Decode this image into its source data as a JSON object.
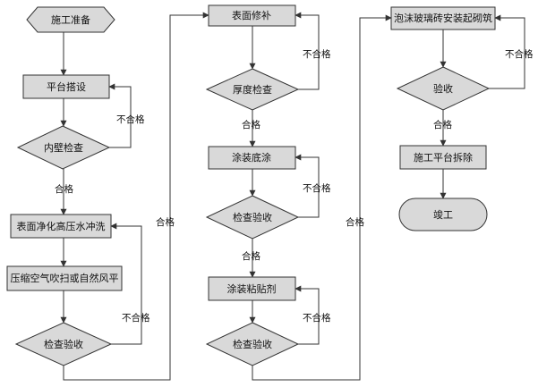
{
  "colors": {
    "node_fill": "#d9d9d9",
    "line": "#333333",
    "page": "#ffffff"
  },
  "nodes": {
    "prep": "施工准备",
    "platform": "平台搭设",
    "wall_check": "内壁检查",
    "surface_clean": "表面净化高压水冲洗",
    "air_blow": "压缩空气吹扫或自然风平",
    "inspect1": "检查验收",
    "surface_repair": "表面修补",
    "thickness": "厚度检查",
    "primer": "涂装底涂",
    "inspect2": "检查验收",
    "adhesive": "涂装粘贴剂",
    "inspect3": "检查验收",
    "foam_glass": "泡沫玻璃砖安装起砌筑",
    "accept": "验收",
    "dismantle": "施工平台拆除",
    "complete": "竣工"
  },
  "edge_labels": {
    "fail": "不合格",
    "pass": "合格"
  }
}
